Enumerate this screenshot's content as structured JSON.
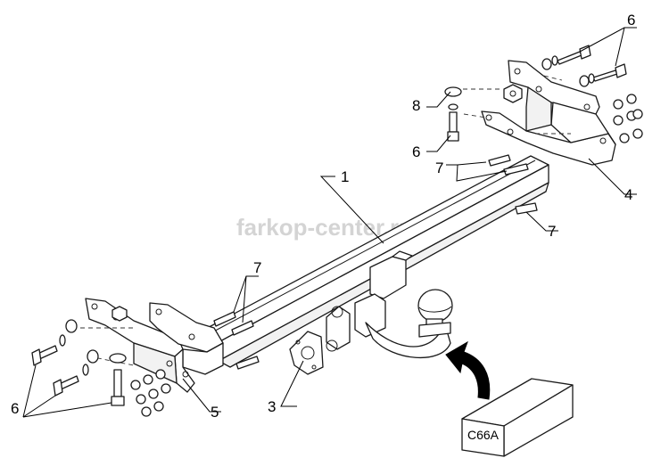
{
  "watermark": "farkop-center.ru",
  "box_label": "C66A",
  "callouts": {
    "c1": "1",
    "c3": "3",
    "c4": "4",
    "c5": "5",
    "c6_top": "6",
    "c6_mid": "6",
    "c6_left": "6",
    "c7_upper": "7",
    "c7_right": "7",
    "c7_left": "7",
    "c8": "8"
  }
}
